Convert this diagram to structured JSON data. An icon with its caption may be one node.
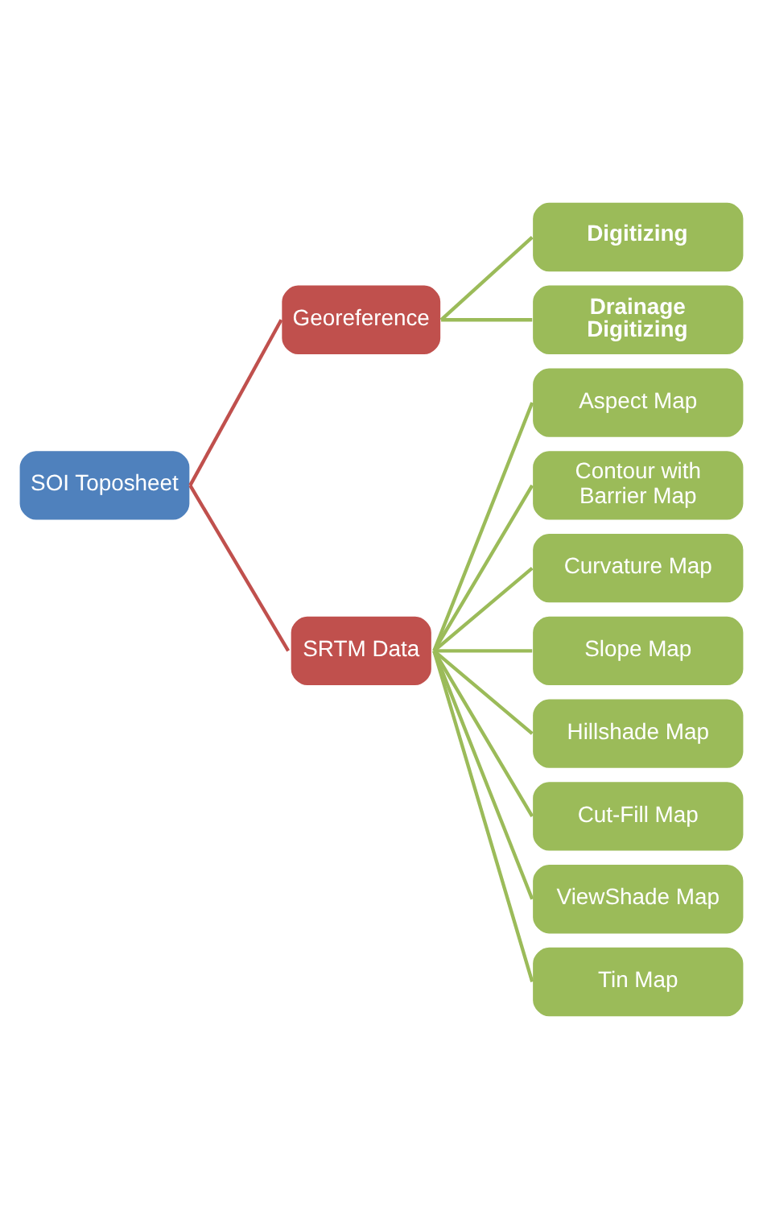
{
  "diagram": {
    "nodes": [
      {
        "text": [
          "SOI Toposheet"
        ]
      },
      {
        "text": [
          "Georeference"
        ]
      },
      {
        "text": [
          "SRTM Data"
        ]
      },
      {
        "text": [
          "Digitizing"
        ]
      },
      {
        "text": [
          "Drainage Digitizing"
        ]
      },
      {
        "text": [
          "Aspect Map"
        ]
      },
      {
        "text": [
          "Contour with Barrier Map"
        ]
      },
      {
        "text": [
          "Curvature Map"
        ]
      },
      {
        "text": [
          "Slope Map"
        ]
      },
      {
        "text": [
          "Hillshade Map"
        ]
      },
      {
        "text": [
          "Cut-Fill Map"
        ]
      },
      {
        "text": [
          "ViewShade Map"
        ]
      },
      {
        "text": [
          "Tin Map"
        ]
      }
    ],
    "edges": [
      {
        "from": 0,
        "to": 1,
        "arrow": "none",
        "color": "#c0504d"
      },
      {
        "from": 0,
        "to": 2,
        "arrow": "none",
        "color": "#c0504d"
      },
      {
        "from": 1,
        "to": 3,
        "arrow": "none"
      },
      {
        "from": 1,
        "to": 4,
        "arrow": "none"
      },
      {
        "from": 2,
        "to": 5,
        "arrow": "none"
      },
      {
        "from": 2,
        "to": 6,
        "arrow": "none"
      },
      {
        "from": 2,
        "to": 7,
        "arrow": "none"
      },
      {
        "from": 2,
        "to": 8,
        "arrow": "none"
      },
      {
        "from": 2,
        "to": 9,
        "arrow": "none"
      },
      {
        "from": 2,
        "to": 10,
        "arrow": "none"
      },
      {
        "from": 2,
        "to": 11,
        "arrow": "none"
      },
      {
        "from": 2,
        "to": 12,
        "arrow": "none"
      }
    ]
  }
}
